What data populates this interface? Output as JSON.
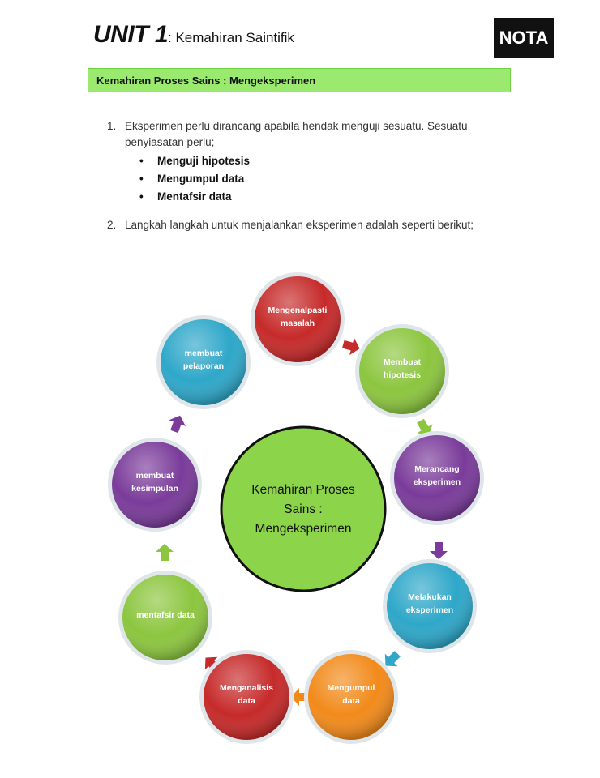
{
  "header": {
    "unit": "UNIT 1",
    "title": ": Kemahiran Saintifik",
    "badge": "NOTA"
  },
  "section_title": "Kemahiran Proses Sains : Mengeksperimen",
  "list": {
    "item1_number": "1.",
    "item1_line1": "Eksperimen perlu dirancang apabila hendak menguji sesuatu. Sesuatu",
    "item1_line2": "penyiasatan perlu;",
    "bullets": [
      "Menguji hipotesis",
      "Mengumpul data",
      "Mentafsir data"
    ],
    "item2_number": "2.",
    "item2_text": "Langkah langkah untuk menjalankan eksperimen adalah seperti berikut;"
  },
  "cycle": {
    "center": [
      "Kemahiran Proses",
      "Sains :",
      "Mengeksperimen"
    ],
    "center_color": "#8cd44a",
    "steps": [
      {
        "lines": [
          "Mengenalpasti",
          "masalah"
        ],
        "color": "#c62a2a",
        "icon": "arrow-right"
      },
      {
        "lines": [
          "Membuat",
          "hipotesis"
        ],
        "color": "#8cc63f",
        "icon": "arrow-down"
      },
      {
        "lines": [
          "Merancang",
          "eksperimen"
        ],
        "color": "#7a3b9a",
        "icon": "arrow-down"
      },
      {
        "lines": [
          "Melakukan",
          "eksperimen"
        ],
        "color": "#2ea7c9",
        "icon": "arrow-down-left"
      },
      {
        "lines": [
          "Mengumpul",
          "data"
        ],
        "color": "#f28a1a",
        "icon": "arrow-left"
      },
      {
        "lines": [
          "Menganalisis",
          "data"
        ],
        "color": "#c62a2a",
        "icon": "arrow-up-left"
      },
      {
        "lines": [
          "mentafsir data"
        ],
        "color": "#8cc63f",
        "icon": "arrow-up"
      },
      {
        "lines": [
          "membuat",
          "kesimpulan"
        ],
        "color": "#7a3b9a",
        "icon": "arrow-up"
      },
      {
        "lines": [
          "membuat",
          "pelaporan"
        ],
        "color": "#2ea7c9",
        "icon": "none"
      }
    ]
  }
}
